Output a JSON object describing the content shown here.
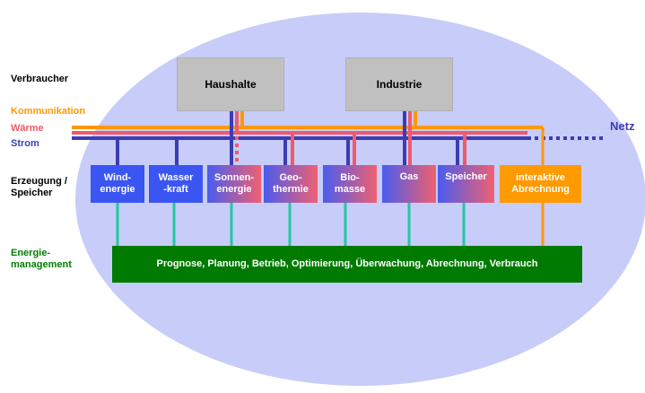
{
  "colors": {
    "ellipse": "#c8ccf8",
    "kommunikation": "#ff9900",
    "waerme": "#f05a6a",
    "strom": "#3c3cb4",
    "energiemanagement": "#008000",
    "connector": "#22c8a0",
    "box_blue": "#3b55f2",
    "box_orange": "#ff9a00",
    "consumer_gray": "#c0c0c0"
  },
  "row_labels": {
    "verbraucher": "Verbraucher",
    "kommunikation": "Kommunikation",
    "waerme": "Wärme",
    "strom": "Strom",
    "erzeugung": "Erzeugung /\nSpeicher",
    "energiemanagement": "Energie-\nmanagement"
  },
  "consumers": {
    "haushalte": "Haushalte",
    "industrie": "Industrie"
  },
  "netz_label": "Netz",
  "generators": {
    "wind": "Wind-\nenergie",
    "wasser": "Wasser\n-kraft",
    "sonne": "Sonnen-\nenergie",
    "geo": "Geo-\nthermie",
    "bio": "Bio-\nmasse",
    "gas": "Gas",
    "speicher": "Speicher",
    "interaktiv": "interaktive\nAbrechnung"
  },
  "management_text": "Prognose, Planung, Betrieb, Optimierung, Überwachung, Abrechnung, Verbrauch"
}
